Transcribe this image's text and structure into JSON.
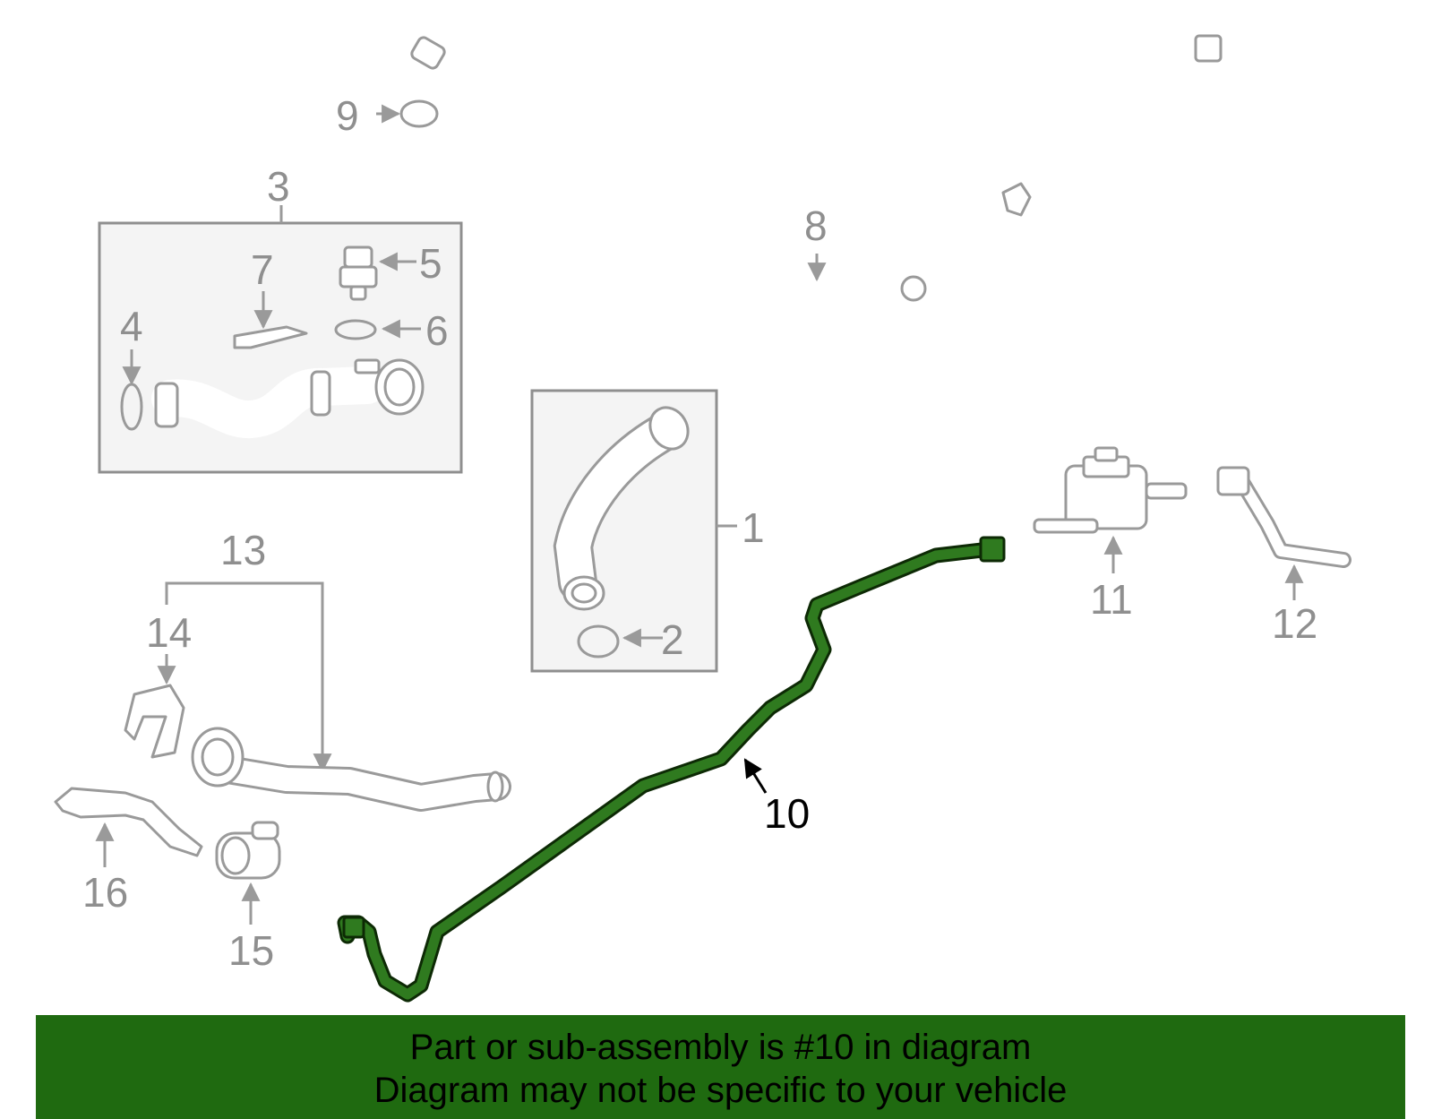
{
  "callouts": {
    "c1": "1",
    "c2": "2",
    "c3": "3",
    "c4": "4",
    "c5": "5",
    "c6": "6",
    "c7": "7",
    "c8": "8",
    "c9": "9",
    "c10": "10",
    "c11": "11",
    "c12": "12",
    "c13": "13",
    "c14": "14",
    "c15": "15",
    "c16": "16"
  },
  "highlight": {
    "part": "10",
    "color": "#2f7a1f"
  },
  "banner": {
    "line1": "Part or sub-assembly is #10 in diagram",
    "line2": "Diagram may not be specific to your vehicle",
    "color": "#1f6a10"
  }
}
